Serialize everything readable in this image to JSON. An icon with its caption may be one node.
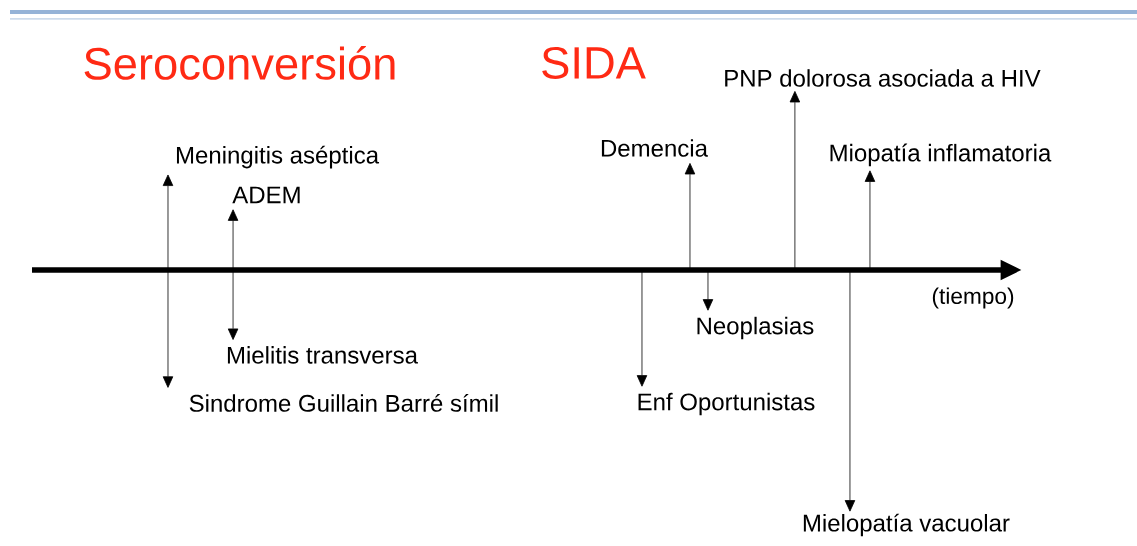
{
  "diagram": {
    "nodes": [
      {
        "text": [
          "PNP dolorosa asociada a HIV"
        ]
      },
      {
        "text": [
          "Demencia"
        ]
      },
      {
        "text": [
          "Miopatía inflamatoria"
        ]
      },
      {
        "text": [
          "Meningitis aséptica"
        ]
      },
      {
        "text": [
          "ADEM"
        ]
      },
      {
        "text": [
          "Neoplasias"
        ]
      },
      {
        "text": [
          "Mielitis transversa"
        ]
      },
      {
        "text": [
          "Sindrome Guillain Barré símil"
        ]
      },
      {
        "text": [
          "Enf Oportunistas"
        ]
      },
      {
        "text": [
          "Mielopatía vacuolar"
        ]
      }
    ],
    "edges": [
      {
        "from": 3,
        "to": 7,
        "arrow": "both"
      },
      {
        "from": 4,
        "to": 6,
        "arrow": "both"
      },
      {
        "from": null,
        "to": 8,
        "arrow": "to"
      },
      {
        "from": null,
        "to": 1,
        "arrow": "to"
      },
      {
        "from": null,
        "to": 5,
        "arrow": "to"
      },
      {
        "from": null,
        "to": 0,
        "arrow": "to"
      },
      {
        "from": null,
        "to": 9,
        "arrow": "to"
      },
      {
        "from": null,
        "to": 2,
        "arrow": "to"
      }
    ],
    "labels": [
      "Seroconversión",
      "SIDA",
      "(tiempo)"
    ]
  }
}
